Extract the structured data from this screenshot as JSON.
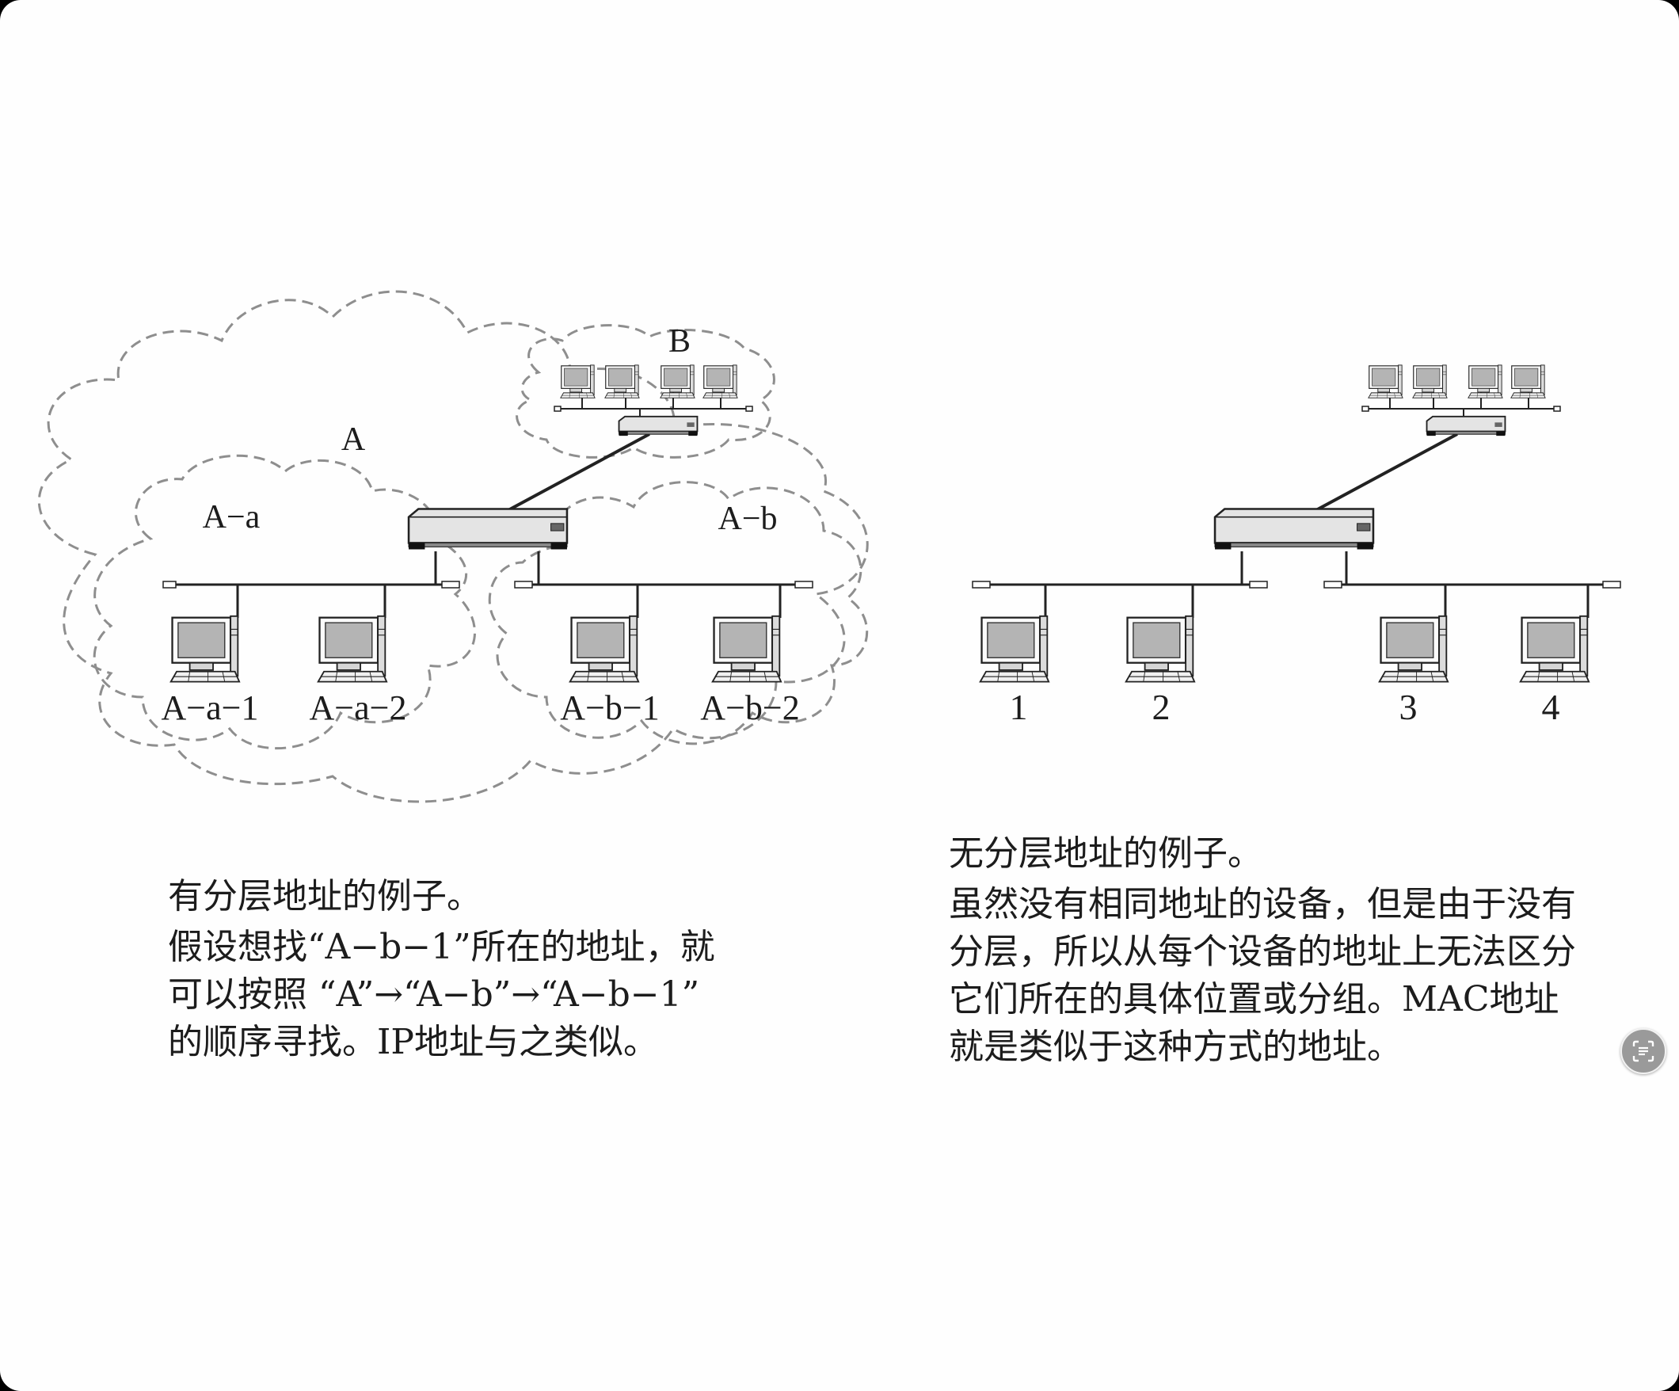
{
  "hierarchical": {
    "labels": {
      "A": "A",
      "B": "B",
      "Aa": "A−a",
      "Ab": "A−b"
    },
    "hosts": [
      "A−a−1",
      "A−a−2",
      "A−b−1",
      "A−b−2"
    ],
    "caption": {
      "title": "有分层地址的例子。",
      "lines": [
        "假设想找“A−b−1”所在的地址，就",
        "可以按照 “A”→“A−b”→“A−b−1”",
        "的顺序寻找。IP地址与之类似。"
      ]
    }
  },
  "flat": {
    "hosts": [
      "1",
      "2",
      "3",
      "4"
    ],
    "caption": {
      "title": "无分层地址的例子。",
      "lines": [
        "虽然没有相同地址的设备，但是由于没有",
        "分层，所以从每个设备的地址上无法区分",
        "它们所在的具体位置或分组。MAC地址",
        "就是类似于这种方式的地址。"
      ]
    }
  },
  "icons": {
    "scan": "text-scan-icon"
  }
}
